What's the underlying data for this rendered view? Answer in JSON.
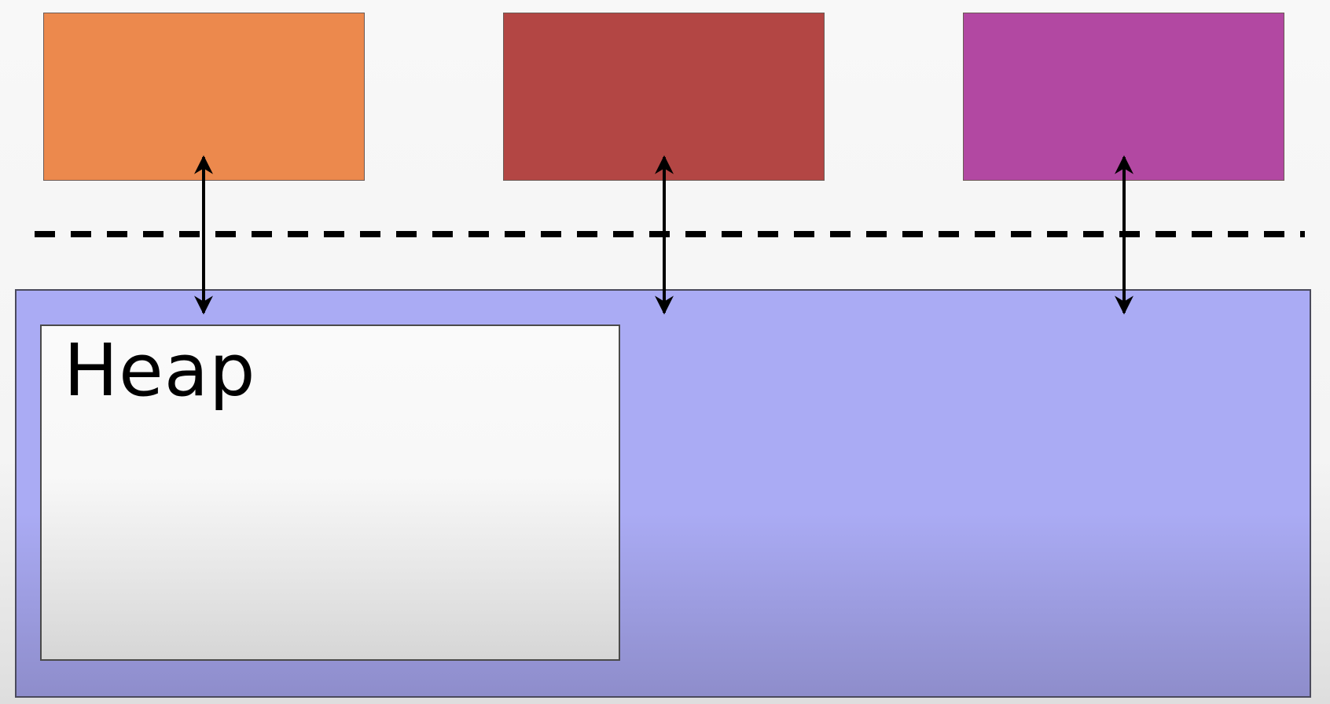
{
  "diagram": {
    "processes": [
      {
        "name": "process-box-1",
        "color": "#ec894d"
      },
      {
        "name": "process-box-2",
        "color": "#b34644"
      },
      {
        "name": "process-box-3",
        "color": "#b248a2"
      }
    ],
    "memory": {
      "color_top": "#aaabf4",
      "color_bottom": "#8e8dcb"
    },
    "heap": {
      "label": "Heap"
    },
    "boundary": {
      "style": "dashed",
      "color": "#000000"
    },
    "arrows": {
      "style": "double-headed",
      "color": "#000000"
    }
  }
}
